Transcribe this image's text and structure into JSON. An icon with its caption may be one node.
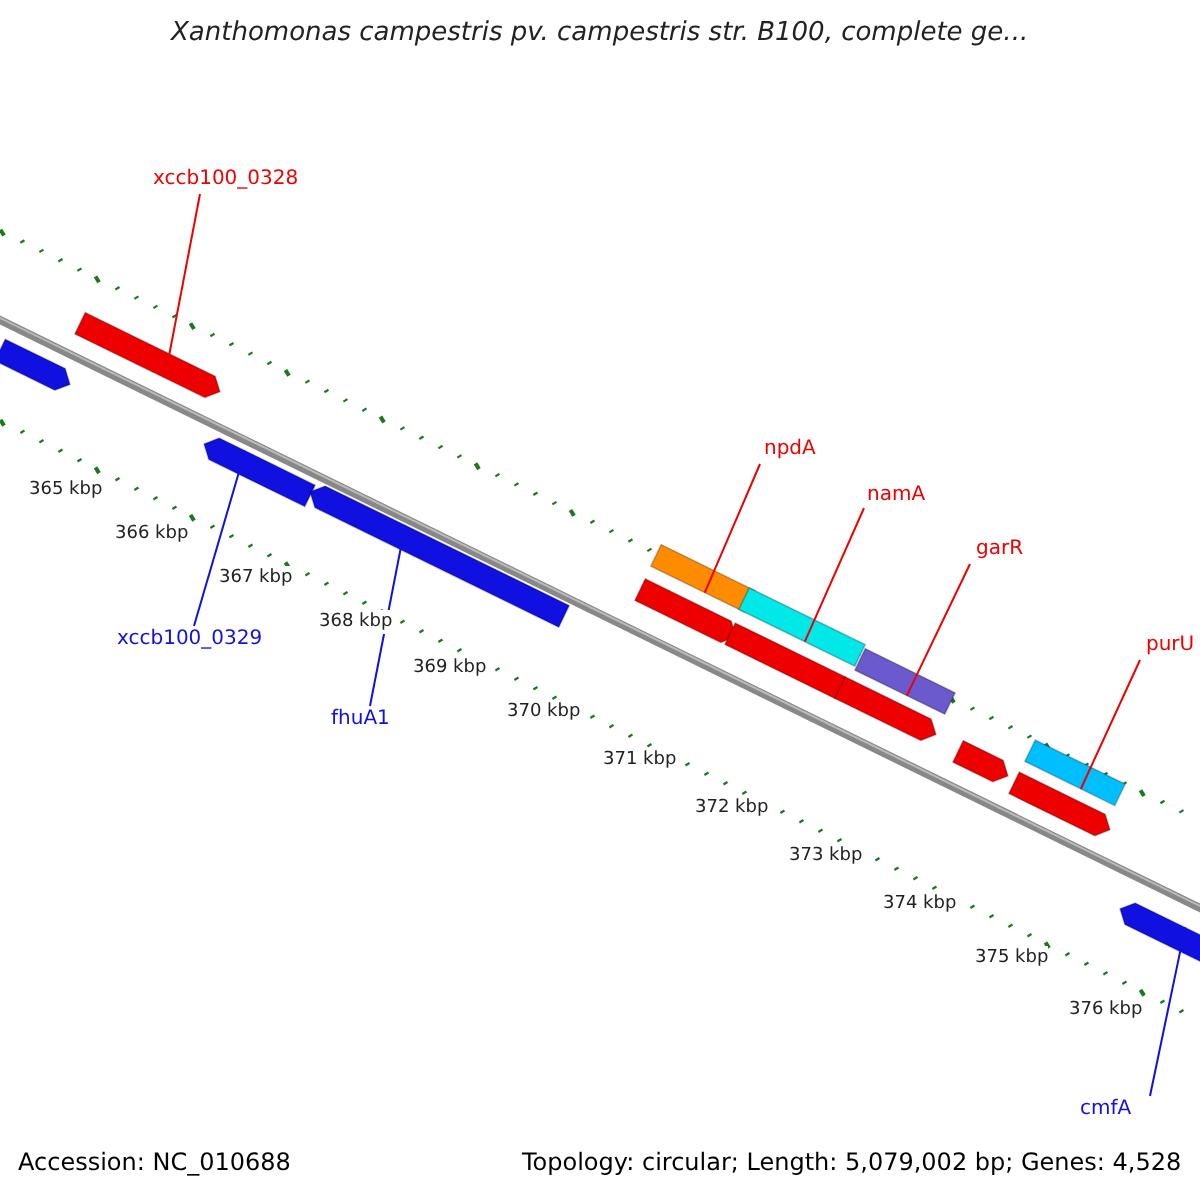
{
  "diagram": {
    "title": "Xanthomonas campestris pv. campestris str. B100, complete ge...",
    "nodes": [
      {
        "text": [
          "xccb100_0328"
        ]
      },
      {
        "text": [
          "npdA"
        ]
      },
      {
        "text": [
          "namA"
        ]
      },
      {
        "text": [
          "garR"
        ]
      },
      {
        "text": [
          "purU"
        ]
      },
      {
        "text": [
          "xccb100_0329"
        ]
      },
      {
        "text": [
          "fhuA1"
        ]
      },
      {
        "text": [
          "cmfA"
        ]
      },
      {
        "text": [],
        "shape": "bar"
      },
      {
        "text": [],
        "shape": "bar"
      },
      {
        "text": [],
        "shape": "bar"
      },
      {
        "text": [],
        "shape": "bar"
      },
      {
        "text": [],
        "shape": "bar"
      },
      {
        "text": [],
        "shape": "bar"
      },
      {
        "text": [],
        "shape": "bar"
      },
      {
        "text": [],
        "shape": "bar"
      },
      {
        "text": [],
        "shape": "bar"
      },
      {
        "text": [],
        "shape": "bar"
      },
      {
        "text": [],
        "shape": "bar"
      },
      {
        "text": [],
        "shape": "bar"
      },
      {
        "text": [],
        "shape": "bar"
      },
      {
        "text": [],
        "shape": "bar"
      }
    ],
    "edges": [
      {
        "from": 0,
        "to": 9,
        "arrow": "none"
      },
      {
        "from": 1,
        "to": 13,
        "arrow": "none"
      },
      {
        "from": 2,
        "to": 15,
        "arrow": "none"
      },
      {
        "from": 3,
        "to": 17,
        "arrow": "none"
      },
      {
        "from": 4,
        "to": 20,
        "arrow": "none"
      },
      {
        "from": 5,
        "to": 10,
        "arrow": "none",
        "color": "#1010e0"
      },
      {
        "from": 6,
        "to": 11,
        "arrow": "none",
        "color": "#1010e0"
      },
      {
        "from": 7,
        "to": 21,
        "arrow": "none",
        "color": "#1010e0"
      }
    ],
    "labels": [
      "365 kbp",
      "366 kbp",
      "367 kbp",
      "368 kbp",
      "369 kbp",
      "370 kbp",
      "371 kbp",
      "372 kbp",
      "373 kbp",
      "374 kbp",
      "375 kbp",
      "376 kbp",
      "Accession: NC_010688",
      "Topology: circular; Length: 5,079,002 bp; Genes: 4,528"
    ]
  }
}
